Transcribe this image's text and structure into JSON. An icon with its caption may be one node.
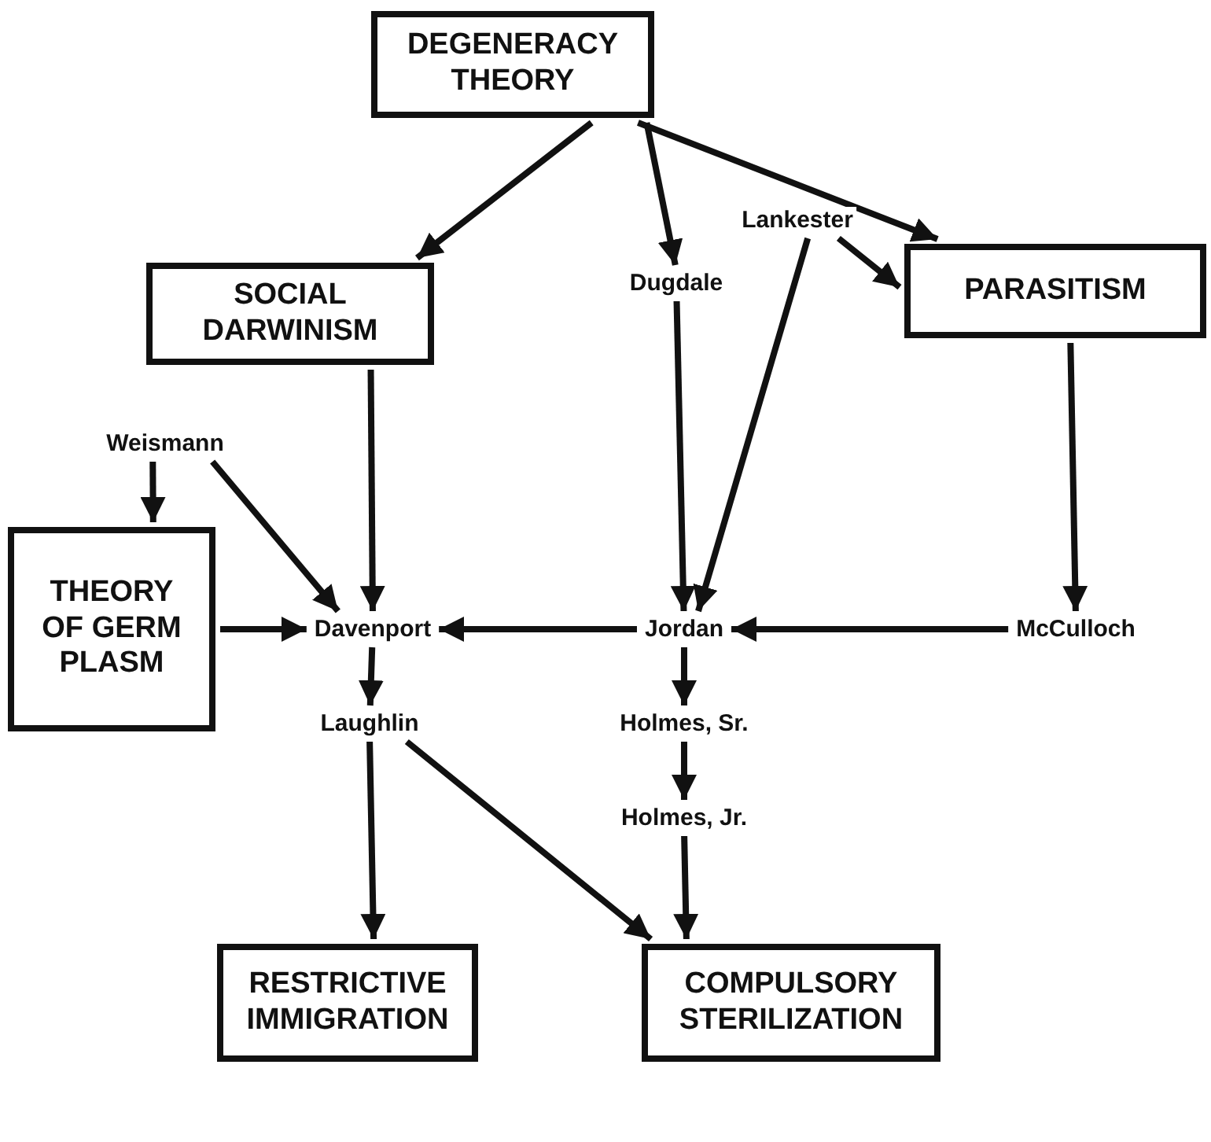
{
  "diagram": {
    "nodes": [
      {
        "text": [
          "DEGENERACY THEORY"
        ]
      },
      {
        "text": [
          "SOCIAL DARWINISM"
        ]
      },
      {
        "text": [
          "PARASITISM"
        ]
      },
      {
        "text": [
          "Lankester"
        ]
      },
      {
        "text": [
          "Dugdale"
        ]
      },
      {
        "text": [
          "Weismann"
        ]
      },
      {
        "text": [
          "THEORY OF GERM PLASM"
        ]
      },
      {
        "text": [
          "Davenport"
        ]
      },
      {
        "text": [
          "Jordan"
        ]
      },
      {
        "text": [
          "McCulloch"
        ]
      },
      {
        "text": [
          "Laughlin"
        ]
      },
      {
        "text": [
          "Holmes, Sr."
        ]
      },
      {
        "text": [
          "Holmes, Jr."
        ]
      },
      {
        "text": [
          "RESTRICTIVE IMMIGRATION"
        ]
      },
      {
        "text": [
          "COMPULSORY STERILIZATION"
        ]
      }
    ],
    "edges": [
      {
        "from": 0,
        "to": 1,
        "arrow": "to"
      },
      {
        "from": 0,
        "to": 4,
        "arrow": "to"
      },
      {
        "from": 0,
        "to": 2,
        "arrow": "to"
      },
      {
        "from": 3,
        "to": 2,
        "arrow": "to"
      },
      {
        "from": 3,
        "to": 8,
        "arrow": "to"
      },
      {
        "from": 4,
        "to": 8,
        "arrow": "to"
      },
      {
        "from": 1,
        "to": 7,
        "arrow": "to"
      },
      {
        "from": 5,
        "to": 6,
        "arrow": "to"
      },
      {
        "from": 5,
        "to": 7,
        "arrow": "to"
      },
      {
        "from": 6,
        "to": 7,
        "arrow": "to"
      },
      {
        "from": 8,
        "to": 7,
        "arrow": "to"
      },
      {
        "from": 9,
        "to": 8,
        "arrow": "to"
      },
      {
        "from": 2,
        "to": 9,
        "arrow": "to"
      },
      {
        "from": 7,
        "to": 10,
        "arrow": "to"
      },
      {
        "from": 8,
        "to": 11,
        "arrow": "to"
      },
      {
        "from": 10,
        "to": 13,
        "arrow": "to"
      },
      {
        "from": 10,
        "to": 14,
        "arrow": "to"
      },
      {
        "from": 11,
        "to": 12,
        "arrow": "to"
      },
      {
        "from": 12,
        "to": 14,
        "arrow": "to"
      }
    ]
  }
}
